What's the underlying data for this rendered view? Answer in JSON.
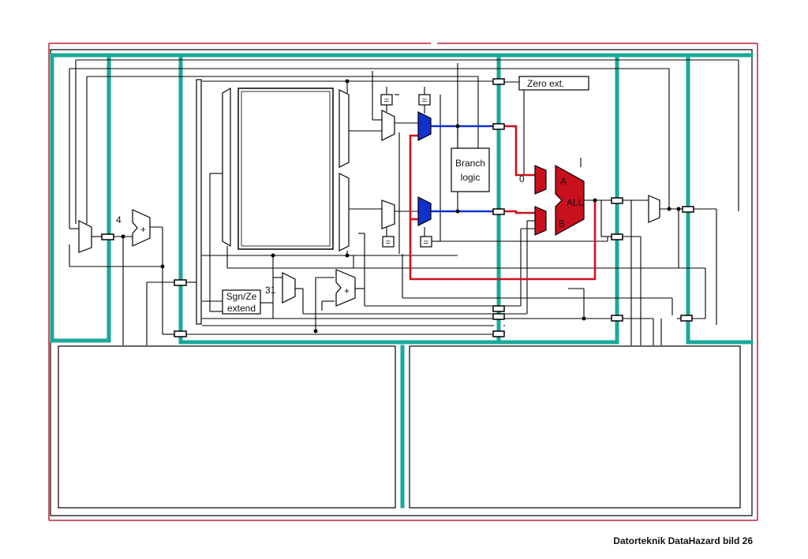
{
  "diagram": {
    "labels": {
      "zero_ext": "Zero ext.",
      "branch_line1": "Branch",
      "branch_line2": "logic",
      "alu": "ALU",
      "alu_a": "A",
      "alu_b": "B",
      "const_zero": "0",
      "const_four": "4",
      "const_31": "31",
      "plus1": "+",
      "plus2": "+",
      "sgn_line1": "Sgn/Ze",
      "sgn_line2": "extend",
      "eq_top1": "=",
      "eq_top2": "=",
      "eq_bot1": "=",
      "eq_bot2": "="
    },
    "colors": {
      "pipeline_bar": "#1aa999",
      "highlight_red": "#d0101e",
      "highlight_blue": "#1030d0",
      "frame_red": "#c0203a",
      "alu_fill": "#c8101e"
    }
  },
  "footer": {
    "text": "Datorteknik DataHazard bild 26"
  }
}
